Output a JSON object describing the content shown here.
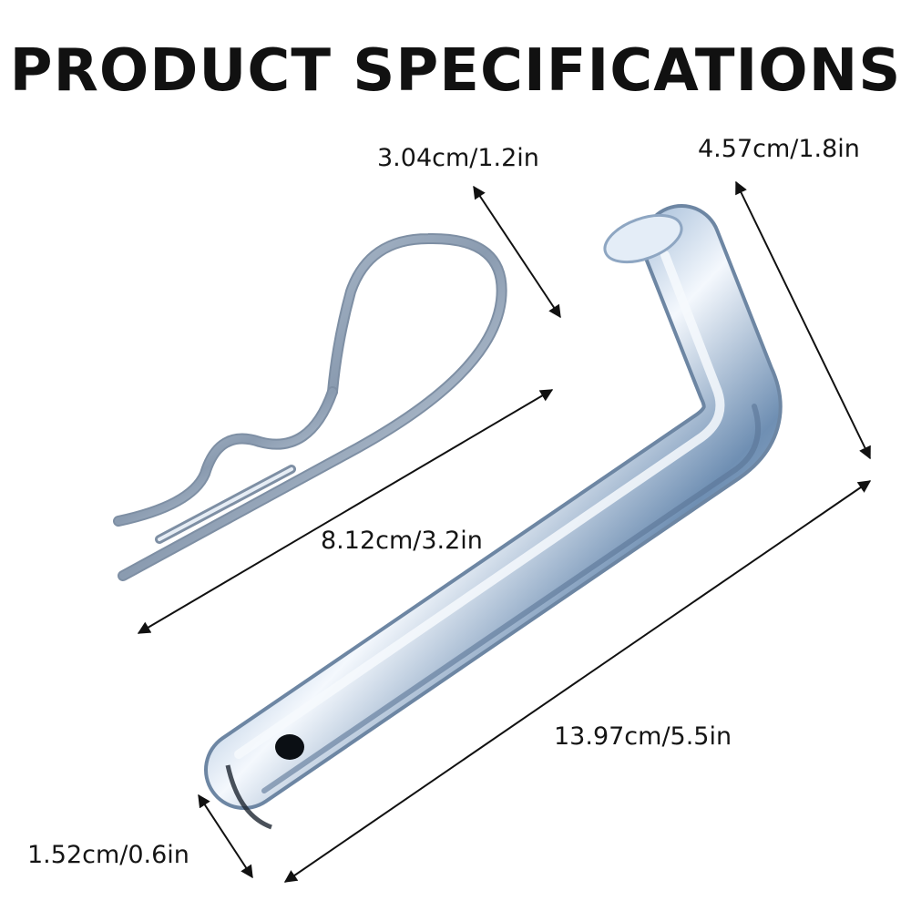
{
  "title": "PRODUCT SPECIFICATIONS",
  "dimensions": {
    "clip_height": "3.04cm/1.2in",
    "pin_height": "4.57cm/1.8in",
    "clip_length": "8.12cm/3.2in",
    "pin_length": "13.97cm/5.5in",
    "pin_diameter": "1.52cm/0.6in"
  }
}
